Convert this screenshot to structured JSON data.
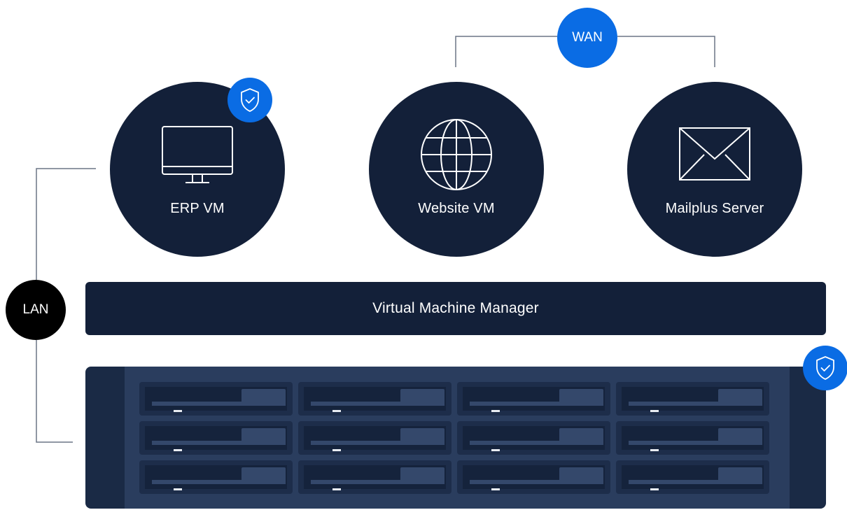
{
  "nodes": {
    "erp": {
      "label": "ERP VM",
      "icon": "monitor-icon",
      "protected": true
    },
    "website": {
      "label": "Website VM",
      "icon": "globe-icon"
    },
    "mail": {
      "label": "Mailplus Server",
      "icon": "envelope-icon"
    }
  },
  "wan": {
    "label": "WAN",
    "color": "#0a6ce4"
  },
  "lan": {
    "label": "LAN",
    "color": "#000000"
  },
  "vmm": {
    "label": "Virtual Machine Manager"
  },
  "nas": {
    "bays_rows": 3,
    "bays_cols": 4,
    "protected": true
  },
  "colors": {
    "navy": "#132039",
    "accent": "#0a6ce4",
    "connector": "#6b7585"
  }
}
